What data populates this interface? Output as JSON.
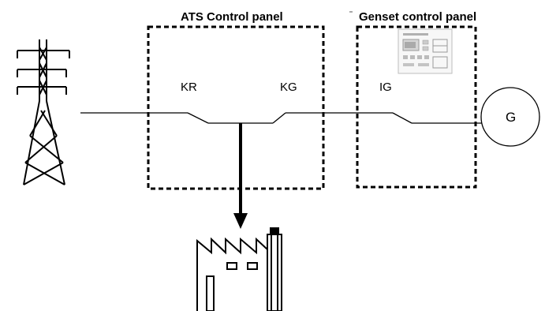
{
  "panels": {
    "ats": {
      "title": "ATS Control panel"
    },
    "genset": {
      "title": "Genset control panel"
    }
  },
  "switches": {
    "kr": {
      "label": "KR"
    },
    "kg": {
      "label": "KG"
    },
    "ig": {
      "label": "IG"
    }
  },
  "generator": {
    "label": "G"
  },
  "icons": [
    "transmission-tower-icon",
    "controller-device-icon",
    "factory-icon",
    "arrow-down-icon"
  ],
  "colors": {
    "line": "#000000",
    "background": "#ffffff"
  }
}
